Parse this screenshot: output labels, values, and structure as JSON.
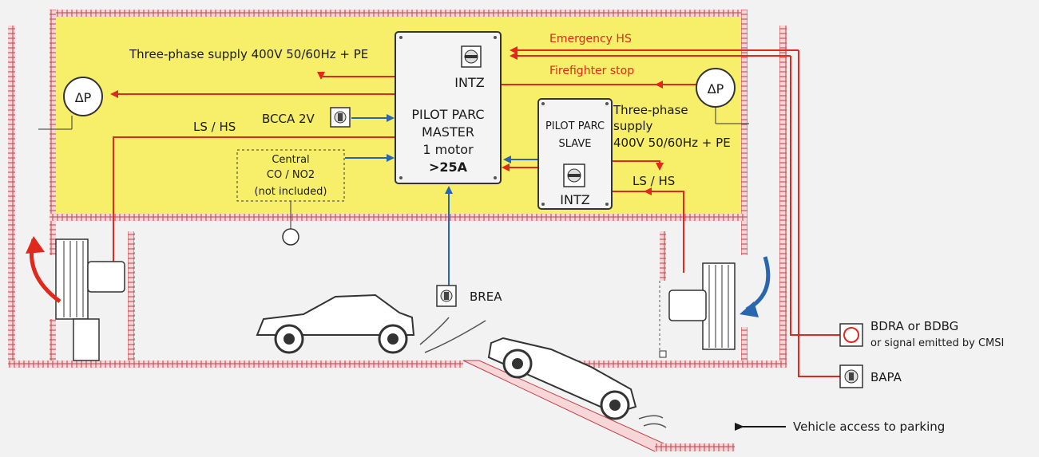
{
  "labels": {
    "three_phase_top": "Three-phase supply 400V 50/60Hz + PE",
    "emergency_hs": "Emergency HS",
    "firefighter_stop": "Firefighter stop",
    "intz_master": "INTZ",
    "master_line1": "PILOT PARC",
    "master_line2": "MASTER",
    "master_line3": "1 motor",
    "master_line4": ">25A",
    "bcca": "BCCA 2V",
    "ls_hs_left": "LS / HS",
    "central_line1": "Central",
    "central_line2": "CO / NO2",
    "central_line3": "(not included)",
    "slave_line1": "PILOT PARC",
    "slave_line2": "SLAVE",
    "intz_slave": "INTZ",
    "three_phase_right_1": "Three-phase",
    "three_phase_right_2": "supply",
    "three_phase_right_3": "400V 50/60Hz + PE",
    "ls_hs_right": "LS / HS",
    "delta_p_left": "ΔP",
    "delta_p_right": "ΔP",
    "brea": "BREA",
    "bdra_line1": "BDRA or BDBG",
    "bdra_line2": "or signal emitted by CMSI",
    "bapa": "BAPA",
    "vehicle_access": "Vehicle access to parking"
  },
  "colors": {
    "zone_fill": "#f7ef69",
    "power_line": "#e0281c",
    "signal_line": "#2a66b0",
    "wall": "#c0404a",
    "box_fill": "#f4f4f4",
    "box_stroke": "#333333"
  },
  "icons": [
    "switch-icon",
    "fan-icon",
    "car-icon",
    "pressure-sensor-icon",
    "push-button-icon",
    "alarm-button-icon"
  ]
}
